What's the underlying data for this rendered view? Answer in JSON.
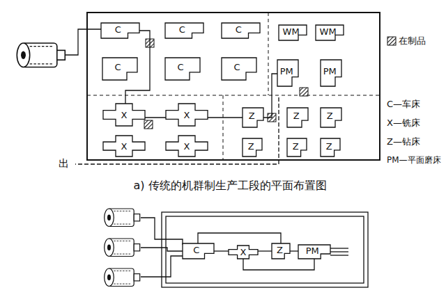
{
  "diagram": {
    "caption": "a) 传统的机群制生产工段的平面布置图",
    "nodes": [
      {
        "text": [
          "C"
        ]
      },
      {
        "text": [
          "C"
        ]
      },
      {
        "text": [
          "C"
        ]
      },
      {
        "text": [
          "WM"
        ]
      },
      {
        "text": [
          "WM"
        ]
      },
      {
        "text": [
          "C"
        ]
      },
      {
        "text": [
          "C"
        ]
      },
      {
        "text": [
          "C"
        ]
      },
      {
        "text": [
          "PM"
        ]
      },
      {
        "text": [
          "PM"
        ]
      },
      {
        "text": [
          "X"
        ]
      },
      {
        "text": [
          "X"
        ]
      },
      {
        "text": [
          "Z"
        ]
      },
      {
        "text": [
          "Z"
        ]
      },
      {
        "text": [
          "Z"
        ]
      },
      {
        "text": [
          "X"
        ]
      },
      {
        "text": [
          "X"
        ]
      },
      {
        "text": [
          "Z"
        ]
      },
      {
        "text": [
          "Z"
        ]
      },
      {
        "text": [
          "Z"
        ]
      },
      {
        "text": [
          "C"
        ]
      },
      {
        "text": [
          "X"
        ]
      },
      {
        "text": [
          "Z"
        ]
      },
      {
        "text": [
          "PM"
        ]
      }
    ],
    "edges": [
      {
        "from": 0,
        "to": 10,
        "arrow": "none"
      },
      {
        "from": 10,
        "to": 12,
        "arrow": "none"
      },
      {
        "from": 12,
        "to": 8,
        "arrow": "none"
      },
      {
        "from": 20,
        "to": 21,
        "arrow": "none"
      },
      {
        "from": 21,
        "to": 22,
        "arrow": "none"
      },
      {
        "from": 22,
        "to": 23,
        "arrow": "none"
      },
      {
        "from": 20,
        "to": 22,
        "arrow": "none"
      },
      {
        "from": 21,
        "to": 23,
        "arrow": "none"
      }
    ],
    "labels": [
      "出"
    ],
    "legend": [
      {
        "text": "在制品"
      },
      {
        "text": "C—车床"
      },
      {
        "text": "X—铣床"
      },
      {
        "text": "Z—钻床"
      },
      {
        "text": "PM—平面磨床"
      }
    ]
  }
}
